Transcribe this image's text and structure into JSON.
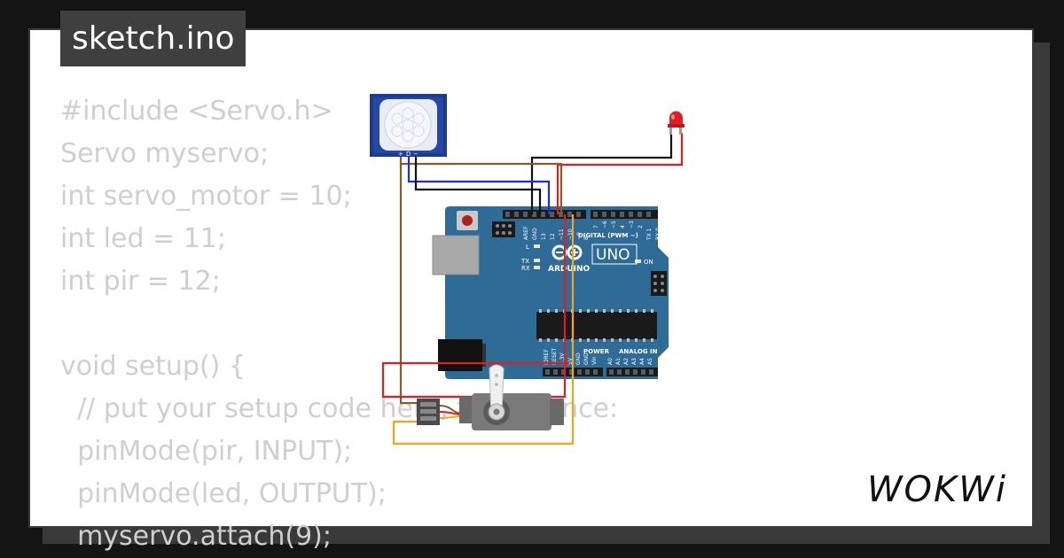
{
  "file_tab": {
    "label": "sketch.ino"
  },
  "code": {
    "lines": [
      "#include <Servo.h>",
      "Servo myservo;",
      "int servo_motor = 10;",
      "int led = 11;",
      "int pir = 12;",
      "",
      "void setup() {",
      "  // put your setup code here, to run once:",
      "  pinMode(pir, INPUT);",
      "  pinMode(led, OUTPUT);",
      "  myservo.attach(9);"
    ]
  },
  "board": {
    "model": "UNO",
    "brand": "ARDUINO",
    "digital_header_label": "DIGITAL (PWM ~)",
    "power_header_label": "POWER",
    "analog_header_label": "ANALOG IN",
    "on_label": "ON",
    "l_label": "L",
    "tx_label": "TX",
    "rx_label": "RX",
    "digital_pins": [
      "AREF",
      "GND",
      "13",
      "12",
      "~11",
      "~10",
      "~9",
      "8",
      "7",
      "~6",
      "~5",
      "4",
      "~3",
      "2",
      "TX 1",
      "RX 0"
    ],
    "power_pins": [
      "IOREF",
      "RESET",
      "3.3V",
      "5V",
      "GND",
      "GND",
      "Vin"
    ],
    "analog_pins": [
      "A0",
      "A1",
      "A2",
      "A3",
      "A4",
      "A5"
    ],
    "board_color": "#2e6b97"
  },
  "pir_sensor": {
    "pin_labels": [
      "+",
      "D",
      "−"
    ]
  },
  "wires": {
    "colors": {
      "black": "#111111",
      "red": "#e21d1d",
      "blue": "#1f2fd8",
      "brown": "#8a5a2b",
      "orange": "#f2a51d"
    }
  },
  "brand_logo": {
    "text": "WOKWi"
  }
}
